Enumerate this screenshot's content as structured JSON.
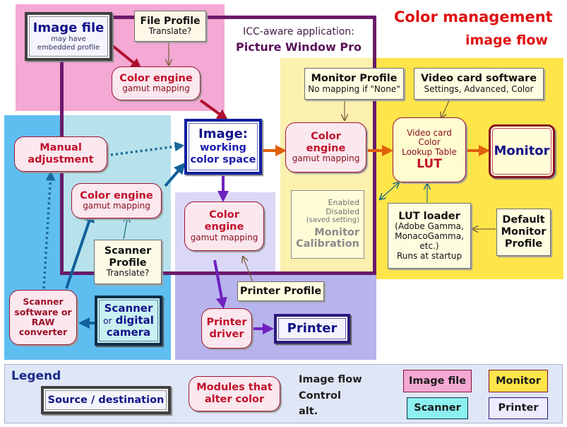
{
  "title": {
    "line1": "Color management",
    "line2": "image flow"
  },
  "app": {
    "label": "ICC-aware application:",
    "name": "Picture Window Pro"
  },
  "nodes": {
    "image_file": {
      "title": "Image file",
      "sub1": "may have",
      "sub2": "embedded profile"
    },
    "file_profile": {
      "title": "File Profile",
      "sub": "Translate?"
    },
    "ce_top": {
      "title": "Color engine",
      "sub": "gamut mapping"
    },
    "image_ws": {
      "line1": "Image:",
      "line2": "working",
      "line3": "color space"
    },
    "manual_adj": {
      "line1": "Manual",
      "line2": "adjustment"
    },
    "ce_scan": {
      "title": "Color engine",
      "sub": "gamut mapping"
    },
    "ce_printer": {
      "line1": "Color",
      "line2": "engine",
      "sub": "gamut mapping"
    },
    "monitor_profile": {
      "title": "Monitor Profile",
      "sub": "No mapping if \"None\""
    },
    "video_software": {
      "title": "Video card software",
      "sub": "Settings, Advanced, Color"
    },
    "ce_monitor": {
      "line1": "Color",
      "line2": "engine",
      "sub": "gamut mapping"
    },
    "lut": {
      "line1": "Video card",
      "line2": "Color",
      "line3": "Lookup Table",
      "line4": "LUT"
    },
    "monitor": {
      "title": "Monitor"
    },
    "monitor_cal": {
      "s1": "Enabled",
      "s2": "Disabled",
      "s3": "(saved setting)",
      "t1": "Monitor",
      "t2": "Calibration"
    },
    "lut_loader": {
      "title": "LUT loader",
      "l1": "(Adobe Gamma,",
      "l2": "MonacoGamma,",
      "l3": "etc.)",
      "l4": "Runs at startup"
    },
    "default_profile": {
      "l1": "Default",
      "l2": "Monitor",
      "l3": "Profile"
    },
    "scanner_profile": {
      "l1": "Scanner",
      "l2": "Profile",
      "sub": "Translate?"
    },
    "printer_profile": {
      "title": "Printer Profile"
    },
    "scanner_sw": {
      "l1": "Scanner",
      "l2": "software or",
      "l3": "RAW",
      "l4": "converter"
    },
    "scanner_cam": {
      "l1": "Scanner",
      "l2": "or",
      "l3": "digital",
      "l4": "camera"
    },
    "printer_driver": {
      "l1": "Printer",
      "l2": "driver"
    },
    "printer": {
      "title": "Printer"
    }
  },
  "legend": {
    "title": "Legend",
    "source": "Source / destination",
    "modules1": "Modules that",
    "modules2": "alter color",
    "image_flow": "Image flow",
    "control": "Control",
    "alt": "alt.",
    "image_file": "Image file",
    "monitor": "Monitor",
    "scanner": "Scanner",
    "printer": "Printer"
  },
  "colors": {
    "image_file_zone": "#f4a6d2",
    "scanner_zone": "#5ebcf0",
    "printer_zone": "#b4b0ea",
    "monitor_zone": "#fce14f",
    "app_border": "#6a1a6a",
    "image_flow_red": "#b01030",
    "image_flow_orange": "#e0600a",
    "image_flow_purple": "#7020c0",
    "image_flow_blue": "#1060a0",
    "title_red": "#e01010"
  }
}
